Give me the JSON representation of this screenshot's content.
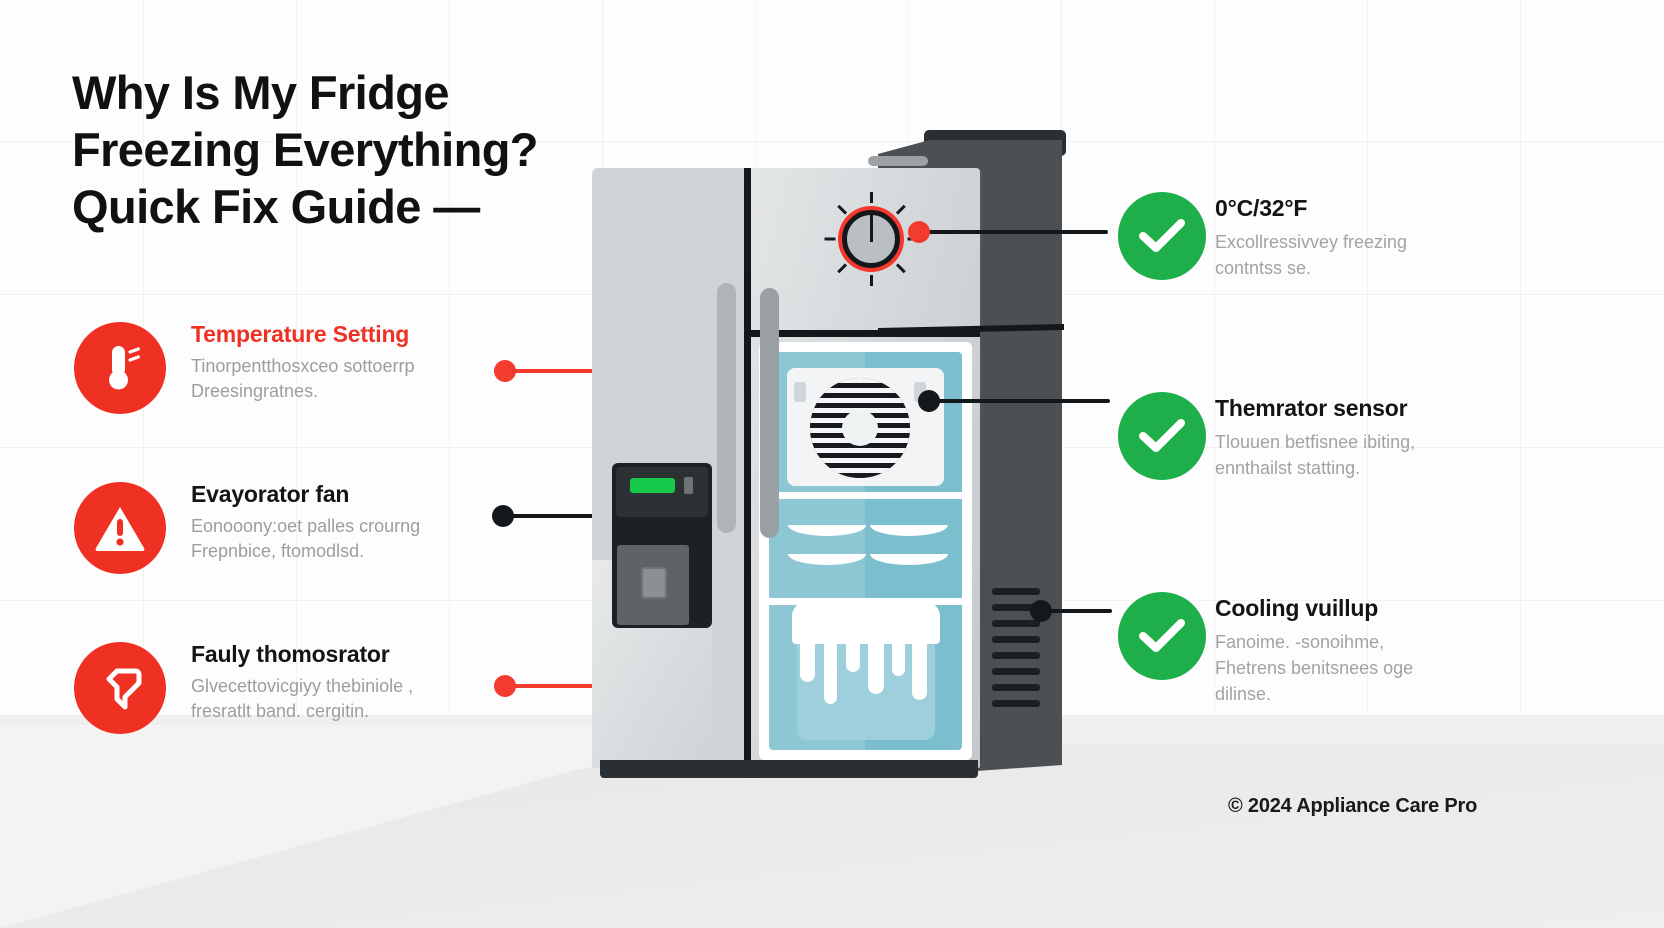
{
  "title": "Why Is My Fridge Freezing Everything? Quick Fix Guide —",
  "colors": {
    "accent_red": "#ef3124",
    "accent_green": "#1eaf4b",
    "connector_red": "#f33b2e",
    "connector_black": "#15181b",
    "heading": "#141414",
    "body_text": "#9b9ea1",
    "freezer_teal": "#7bbecd"
  },
  "left_items": [
    {
      "icon": "thermometer-icon",
      "title": "Temperature  Setting",
      "desc_lines": [
        "Tinorpentthosxceo sottoerrp",
        "Dreesingratnes."
      ],
      "title_color": "accent",
      "connector": "red"
    },
    {
      "icon": "warning-triangle-icon",
      "title": "Evayorator fan",
      "desc_lines": [
        "Eonooony:oet palles crourng",
        "Frepnbice,  ftomodlsd."
      ],
      "title_color": "dark",
      "connector": "black"
    },
    {
      "icon": "wrench-tool-icon",
      "title": "Fauly thomosrator",
      "desc_lines": [
        "Glvecettovicgiyy thebiniole ,",
        "fresratlt band. cergitin."
      ],
      "title_color": "dark",
      "connector": "red"
    }
  ],
  "right_items": [
    {
      "icon": "check-circle-icon",
      "title": "0°C/32°F",
      "desc_lines": [
        "Excollressivvey freezing",
        "contntss se."
      ],
      "connector": "black"
    },
    {
      "icon": "check-circle-icon",
      "title": "Themrator sensor",
      "desc_lines": [
        "Tlouuen betfisnee ibiting,",
        "ennthailst statting."
      ],
      "connector": "black"
    },
    {
      "icon": "check-circle-icon",
      "title": "Cooling vuillup",
      "desc_lines": [
        "Fanoime. -sonoihme,",
        "Fhetrens benitsnees oge",
        "dilinse."
      ],
      "connector": "black"
    }
  ],
  "illustration": {
    "name": "side-by-side-refrigerator",
    "dial_label": "temperature-dial",
    "display_state": "green-led-lit",
    "freezer_contents": [
      "evaporator-fan",
      "frost-waves",
      "ice-buildup"
    ]
  },
  "footer": "© 2024 Appliance Care Pro"
}
